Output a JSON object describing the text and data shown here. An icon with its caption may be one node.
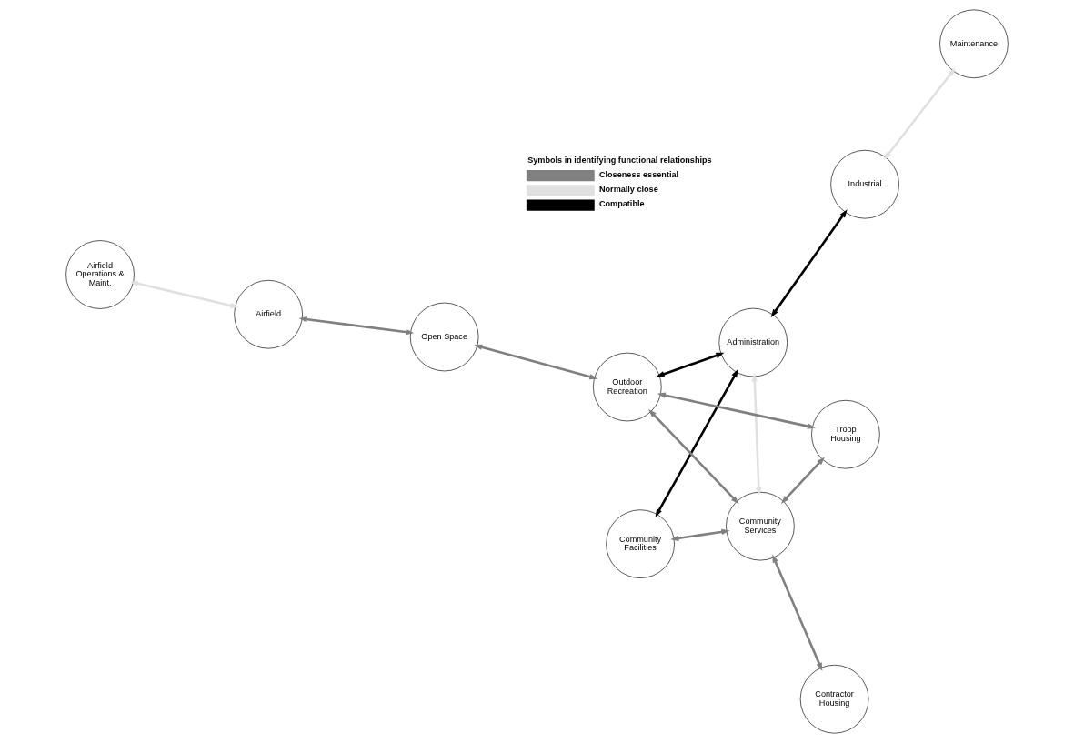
{
  "diagram": {
    "nodes": [
      {
        "text": [
          "Maintenance"
        ]
      },
      {
        "text": [
          "Industrial"
        ]
      },
      {
        "text": [
          "Airfield"
        ]
      },
      {
        "text": [
          "Airfield Operations & Maint."
        ]
      },
      {
        "text": [
          "Administration"
        ]
      },
      {
        "text": [
          "Open Space"
        ]
      },
      {
        "text": [
          "Community Facilities"
        ]
      },
      {
        "text": [
          "Outdoor Recreation"
        ]
      },
      {
        "text": [
          "Community Services"
        ]
      },
      {
        "text": [
          "Contractor Housing"
        ]
      },
      {
        "text": [
          "Troop Housing"
        ]
      }
    ],
    "edges": [
      {
        "from": 0,
        "to": 1,
        "arrow": "both",
        "color": "#e0e0e0"
      },
      {
        "from": 2,
        "to": 3,
        "arrow": "both",
        "color": "#e0e0e0"
      },
      {
        "from": 1,
        "to": 4,
        "arrow": "both",
        "color": "#000000"
      },
      {
        "from": 2,
        "to": 5,
        "arrow": "both"
      },
      {
        "from": 4,
        "to": 6,
        "arrow": "both",
        "color": "#000000"
      },
      {
        "from": 4,
        "to": 7,
        "arrow": "both",
        "color": "#000000"
      },
      {
        "from": 5,
        "to": 7,
        "arrow": "both"
      },
      {
        "from": 4,
        "to": 8,
        "arrow": "both",
        "color": "#e0e0e0"
      },
      {
        "from": 6,
        "to": 8,
        "arrow": "both"
      },
      {
        "from": 8,
        "to": 7,
        "arrow": "both"
      },
      {
        "from": 9,
        "to": 8,
        "arrow": "both"
      },
      {
        "from": 8,
        "to": 10,
        "arrow": "both"
      },
      {
        "from": 7,
        "to": 10,
        "arrow": "both"
      }
    ],
    "labels": [
      "Symbols in identifying functional relationships"
    ],
    "legend": [
      {
        "text": "Closeness essential"
      },
      {
        "text": "Normally close"
      },
      {
        "text": "Compatible"
      }
    ]
  }
}
